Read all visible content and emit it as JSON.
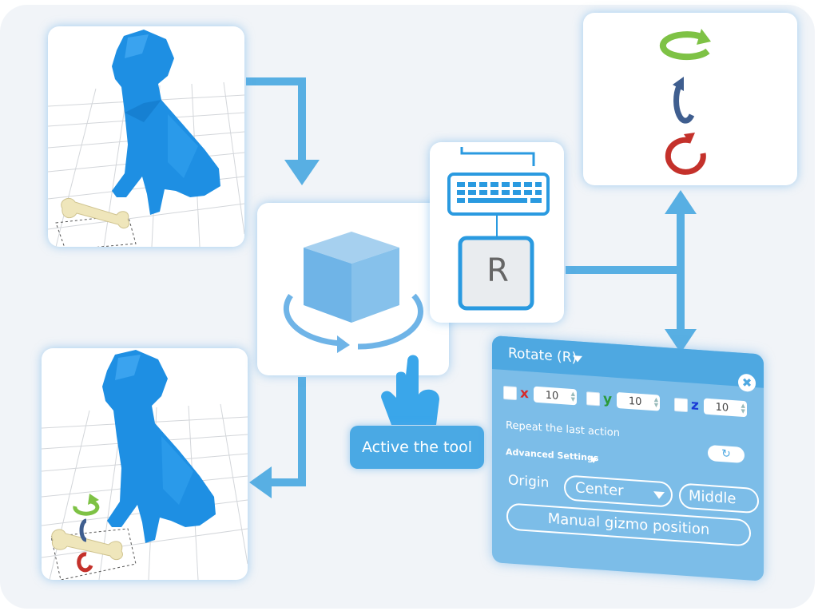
{
  "call_to_action": "Active the tool",
  "shortcut_key": "R",
  "rotate_panel": {
    "title": "Rotate (R)",
    "close_glyph": "✖",
    "axes": [
      {
        "label": "x",
        "value": "10",
        "color": "#d62b2b"
      },
      {
        "label": "y",
        "value": "10",
        "color": "#2b9a3a"
      },
      {
        "label": "z",
        "value": "10",
        "color": "#1a3bd6"
      }
    ],
    "repeat_label": "Repeat the last action",
    "repeat_glyph": "↻",
    "advanced_label": "Advanced Settings",
    "origin_label": "Origin",
    "origin_value": "Center",
    "origin_second_value": "Middle",
    "gizmo_button": "Manual gizmo position"
  },
  "colors": {
    "model_blue": "#1e8fe3",
    "accent_blue": "#4ea8e1",
    "arrow_blue": "#58afe3",
    "panel_bg": "#7cbde8",
    "rotate_green": "#7ec245",
    "rotate_navy": "#3f5e8f",
    "rotate_red": "#c4312b",
    "bone": "#efe6bb"
  },
  "icons": [
    "dog-model-icon",
    "bone-model-icon",
    "cube-rotate-icon",
    "keyboard-icon",
    "pointing-hand-icon",
    "rotate-arrow-icon"
  ]
}
